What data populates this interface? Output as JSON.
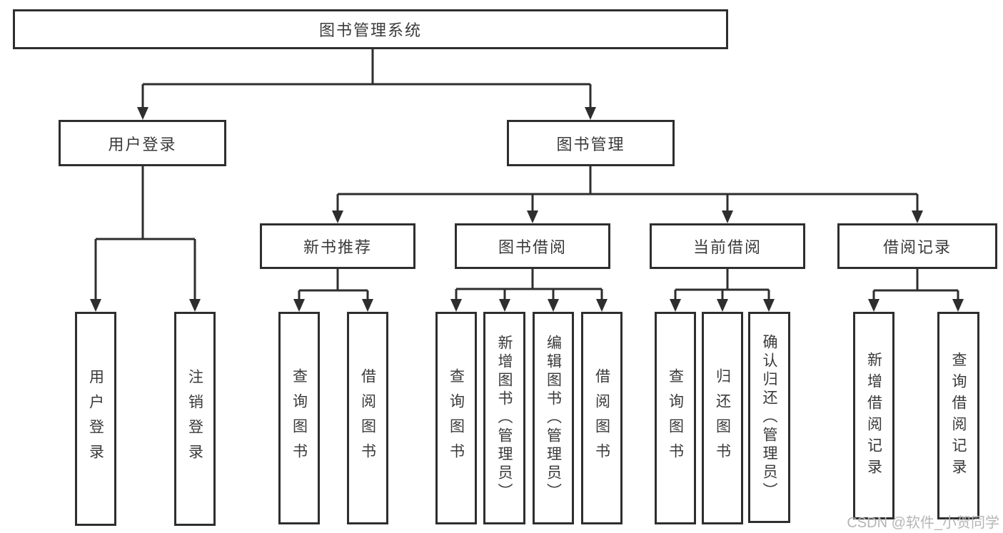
{
  "colors": {
    "line": "#2e2e2e",
    "box_border": "#2e2e2e",
    "text": "#3a3a3a",
    "background": "#ffffff",
    "watermark": "#b5b5b5"
  },
  "watermark": {
    "text": "CSDN @软件_小贺同学"
  },
  "diagram": {
    "type": "hierarchy-tree",
    "root": {
      "label": "图书管理系统",
      "children": [
        {
          "label": "用户登录",
          "children": [
            {
              "label": "用户登录"
            },
            {
              "label": "注销登录"
            }
          ]
        },
        {
          "label": "图书管理",
          "children": [
            {
              "label": "新书推荐",
              "children": [
                {
                  "label": "查询图书"
                },
                {
                  "label": "借阅图书"
                }
              ]
            },
            {
              "label": "图书借阅",
              "children": [
                {
                  "label": "查询图书"
                },
                {
                  "label": "新增图书（管理员）"
                },
                {
                  "label": "编辑图书（管理员）"
                },
                {
                  "label": "借阅图书"
                }
              ]
            },
            {
              "label": "当前借阅",
              "children": [
                {
                  "label": "查询图书"
                },
                {
                  "label": "归还图书"
                },
                {
                  "label": "确认归还（管理员）"
                }
              ]
            },
            {
              "label": "借阅记录",
              "children": [
                {
                  "label": "新增借阅记录"
                },
                {
                  "label": "查询借阅记录"
                }
              ]
            }
          ]
        }
      ]
    }
  }
}
